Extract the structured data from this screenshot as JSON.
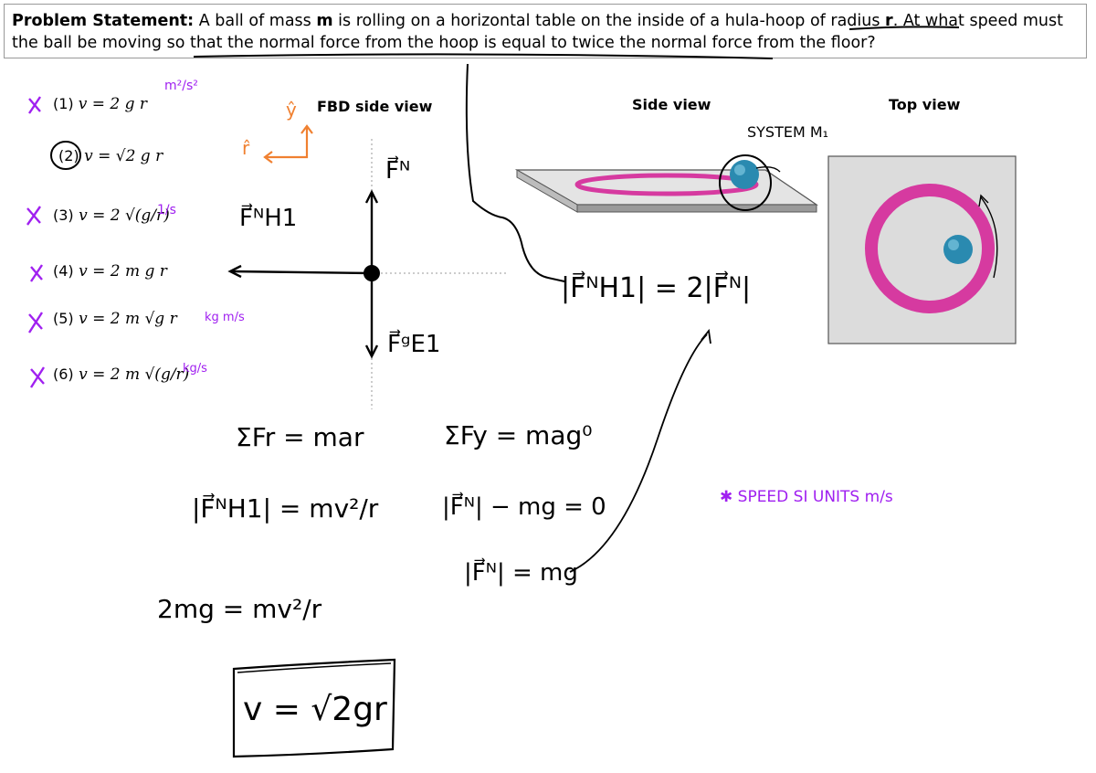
{
  "problem": {
    "label": "Problem Statement:",
    "text_1": " A ball of mass ",
    "m": "m",
    "text_2": " is rolling on a horizontal table on the inside of a hula-hoop of radius ",
    "r": "r",
    "text_3": ".  At what speed must the ball be moving so that the normal force from the hoop is equal to twice the normal force from the floor?"
  },
  "options": [
    {
      "num": "(1)",
      "expr": "v = 2 g r"
    },
    {
      "num": "(2)",
      "expr": "v = √2 g r"
    },
    {
      "num": "(3)",
      "expr": "v = 2 √(g/r)"
    },
    {
      "num": "(4)",
      "expr": "v = 2 m g r"
    },
    {
      "num": "(5)",
      "expr": "v = 2 m √g r"
    },
    {
      "num": "(6)",
      "expr": "v = 2 m √(g/r)"
    }
  ],
  "annotations": {
    "units_1": "m²/s²",
    "units_3": "1/s",
    "units_5": "kg m/s",
    "units_6": "kg/s",
    "system": "SYSTEM M₁",
    "speed_note": "✱ SPEED  SI UNITS  m/s"
  },
  "fbd": {
    "title": "FBD side view",
    "y_hat": "ŷ",
    "r_hat": "r̂",
    "f_floor": "F⃗ᴺ",
    "f_hoop": "F⃗ᴺH1",
    "f_grav": "F⃗ᵍE1"
  },
  "views": {
    "side": "Side view",
    "top": "Top view"
  },
  "equations": {
    "relation": "|F⃗ᴺH1| = 2|F⃗ᴺ|",
    "sum_r": "ΣFr = mar",
    "sum_y": "ΣFy = mag⁰",
    "hoop_force": "|F⃗ᴺH1| = mv²/r",
    "floor_eq1": "|F⃗ᴺ| − mg = 0",
    "floor_eq2": "|F⃗ᴺ| = mg",
    "combined": "2mg = mv²/r",
    "answer": "v = √2gr"
  },
  "colors": {
    "purple": "#a020f0",
    "orange": "#f08030",
    "hoop": "#d63aa0",
    "ball": "#2a8ab0"
  }
}
